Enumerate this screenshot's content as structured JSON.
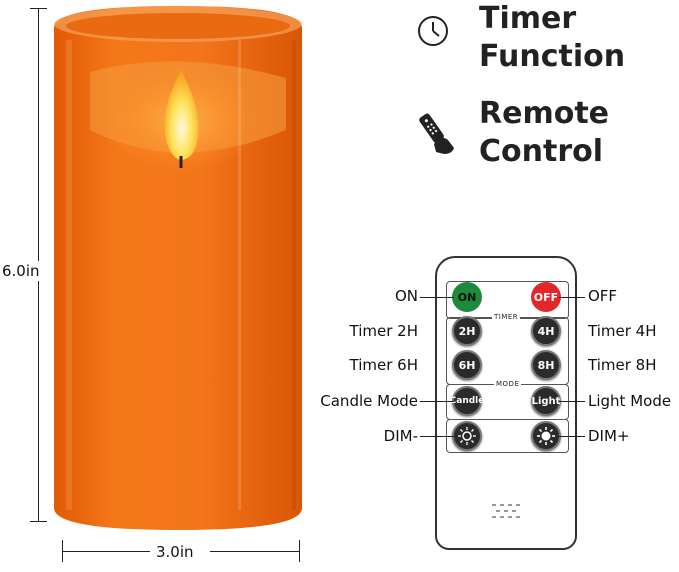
{
  "dimensions": {
    "height": "6.0in",
    "width": "3.0in"
  },
  "features": [
    {
      "icon": "clock-icon",
      "title_line1": "Timer",
      "title_line2": "Function"
    },
    {
      "icon": "remote-control-hand-icon",
      "title_line1": "Remote",
      "title_line2": "Control"
    }
  ],
  "remote": {
    "sections": {
      "timer": "TIMER",
      "mode": "MODE"
    },
    "buttons": {
      "on": "ON",
      "off": "OFF",
      "t2": "2H",
      "t4": "4H",
      "t6": "6H",
      "t8": "8H",
      "candle": "Candle",
      "light": "Light"
    },
    "callouts": {
      "on": "ON",
      "off": "OFF",
      "timer2": "Timer 2H",
      "timer4": "Timer 4H",
      "timer6": "Timer 6H",
      "timer8": "Timer 8H",
      "candle_mode": "Candle Mode",
      "light_mode": "Light Mode",
      "dim_minus": "DIM-",
      "dim_plus": "DIM+"
    }
  },
  "colors": {
    "candle": "#ef6d12",
    "flame": "#ffd23a",
    "on_button": "#1f8a3c",
    "off_button": "#e2262a"
  }
}
